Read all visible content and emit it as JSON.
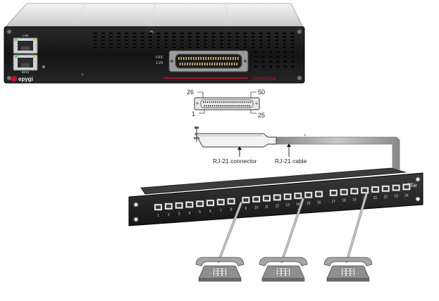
{
  "gateway": {
    "lan_label": "LAN",
    "wan_label": "WAN",
    "brand": "epygi",
    "port_label_line1": "FXS",
    "port_label_line2": "1-24",
    "model": "QXFXS24"
  },
  "connector": {
    "pin_top_left": "26",
    "pin_top_right": "50",
    "pin_bottom_left": "1",
    "pin_bottom_right": "25"
  },
  "cable": {
    "connector_label": "RJ-21 connector",
    "cable_label": "RJ-21 cable"
  },
  "patch_panel": {
    "category": "C5e",
    "ports": [
      "1",
      "2",
      "3",
      "4",
      "5",
      "6",
      "7",
      "8",
      "9",
      "10",
      "11",
      "12",
      "13",
      "14",
      "15",
      "16",
      "17",
      "18",
      "19",
      "20",
      "21",
      "22",
      "23",
      "24"
    ]
  },
  "phones": {
    "count": 3
  },
  "colors": {
    "accent_red": "#c8102e",
    "chassis": "#1a1a1a",
    "panel": "#1e1e1e"
  }
}
